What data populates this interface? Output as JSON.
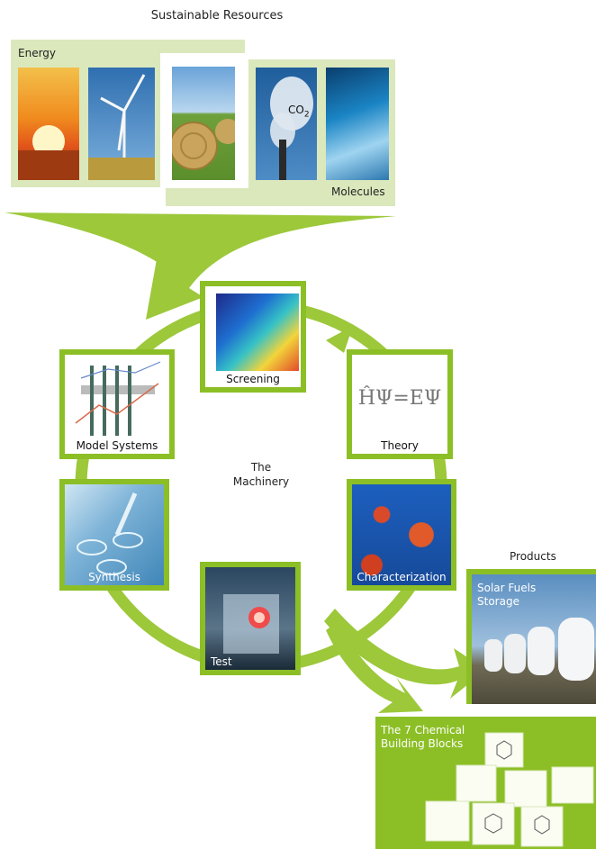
{
  "header": {
    "title": "Sustainable Resources"
  },
  "resources": {
    "energy_label": "Energy",
    "molecules_label": "Molecules",
    "co2_text": "CO",
    "co2_sub": "2"
  },
  "machinery": {
    "center_line1": "The",
    "center_line2": "Machinery",
    "tiles": {
      "screening": "Screening",
      "theory": "Theory",
      "theory_formula": "ĤΨ=EΨ",
      "model_systems": "Model Systems",
      "characterization": "Characterization",
      "synthesis": "Synthesis",
      "test": "Test"
    }
  },
  "products": {
    "title": "Products",
    "solar_line1": "Solar Fuels",
    "solar_line2": "Storage",
    "blocks_line1": "The 7 Chemical",
    "blocks_line2": "Building Blocks"
  },
  "colors": {
    "accent_green": "#8cbf26",
    "light_green": "#dbe8bc",
    "arrow_green": "#9cc83a"
  }
}
